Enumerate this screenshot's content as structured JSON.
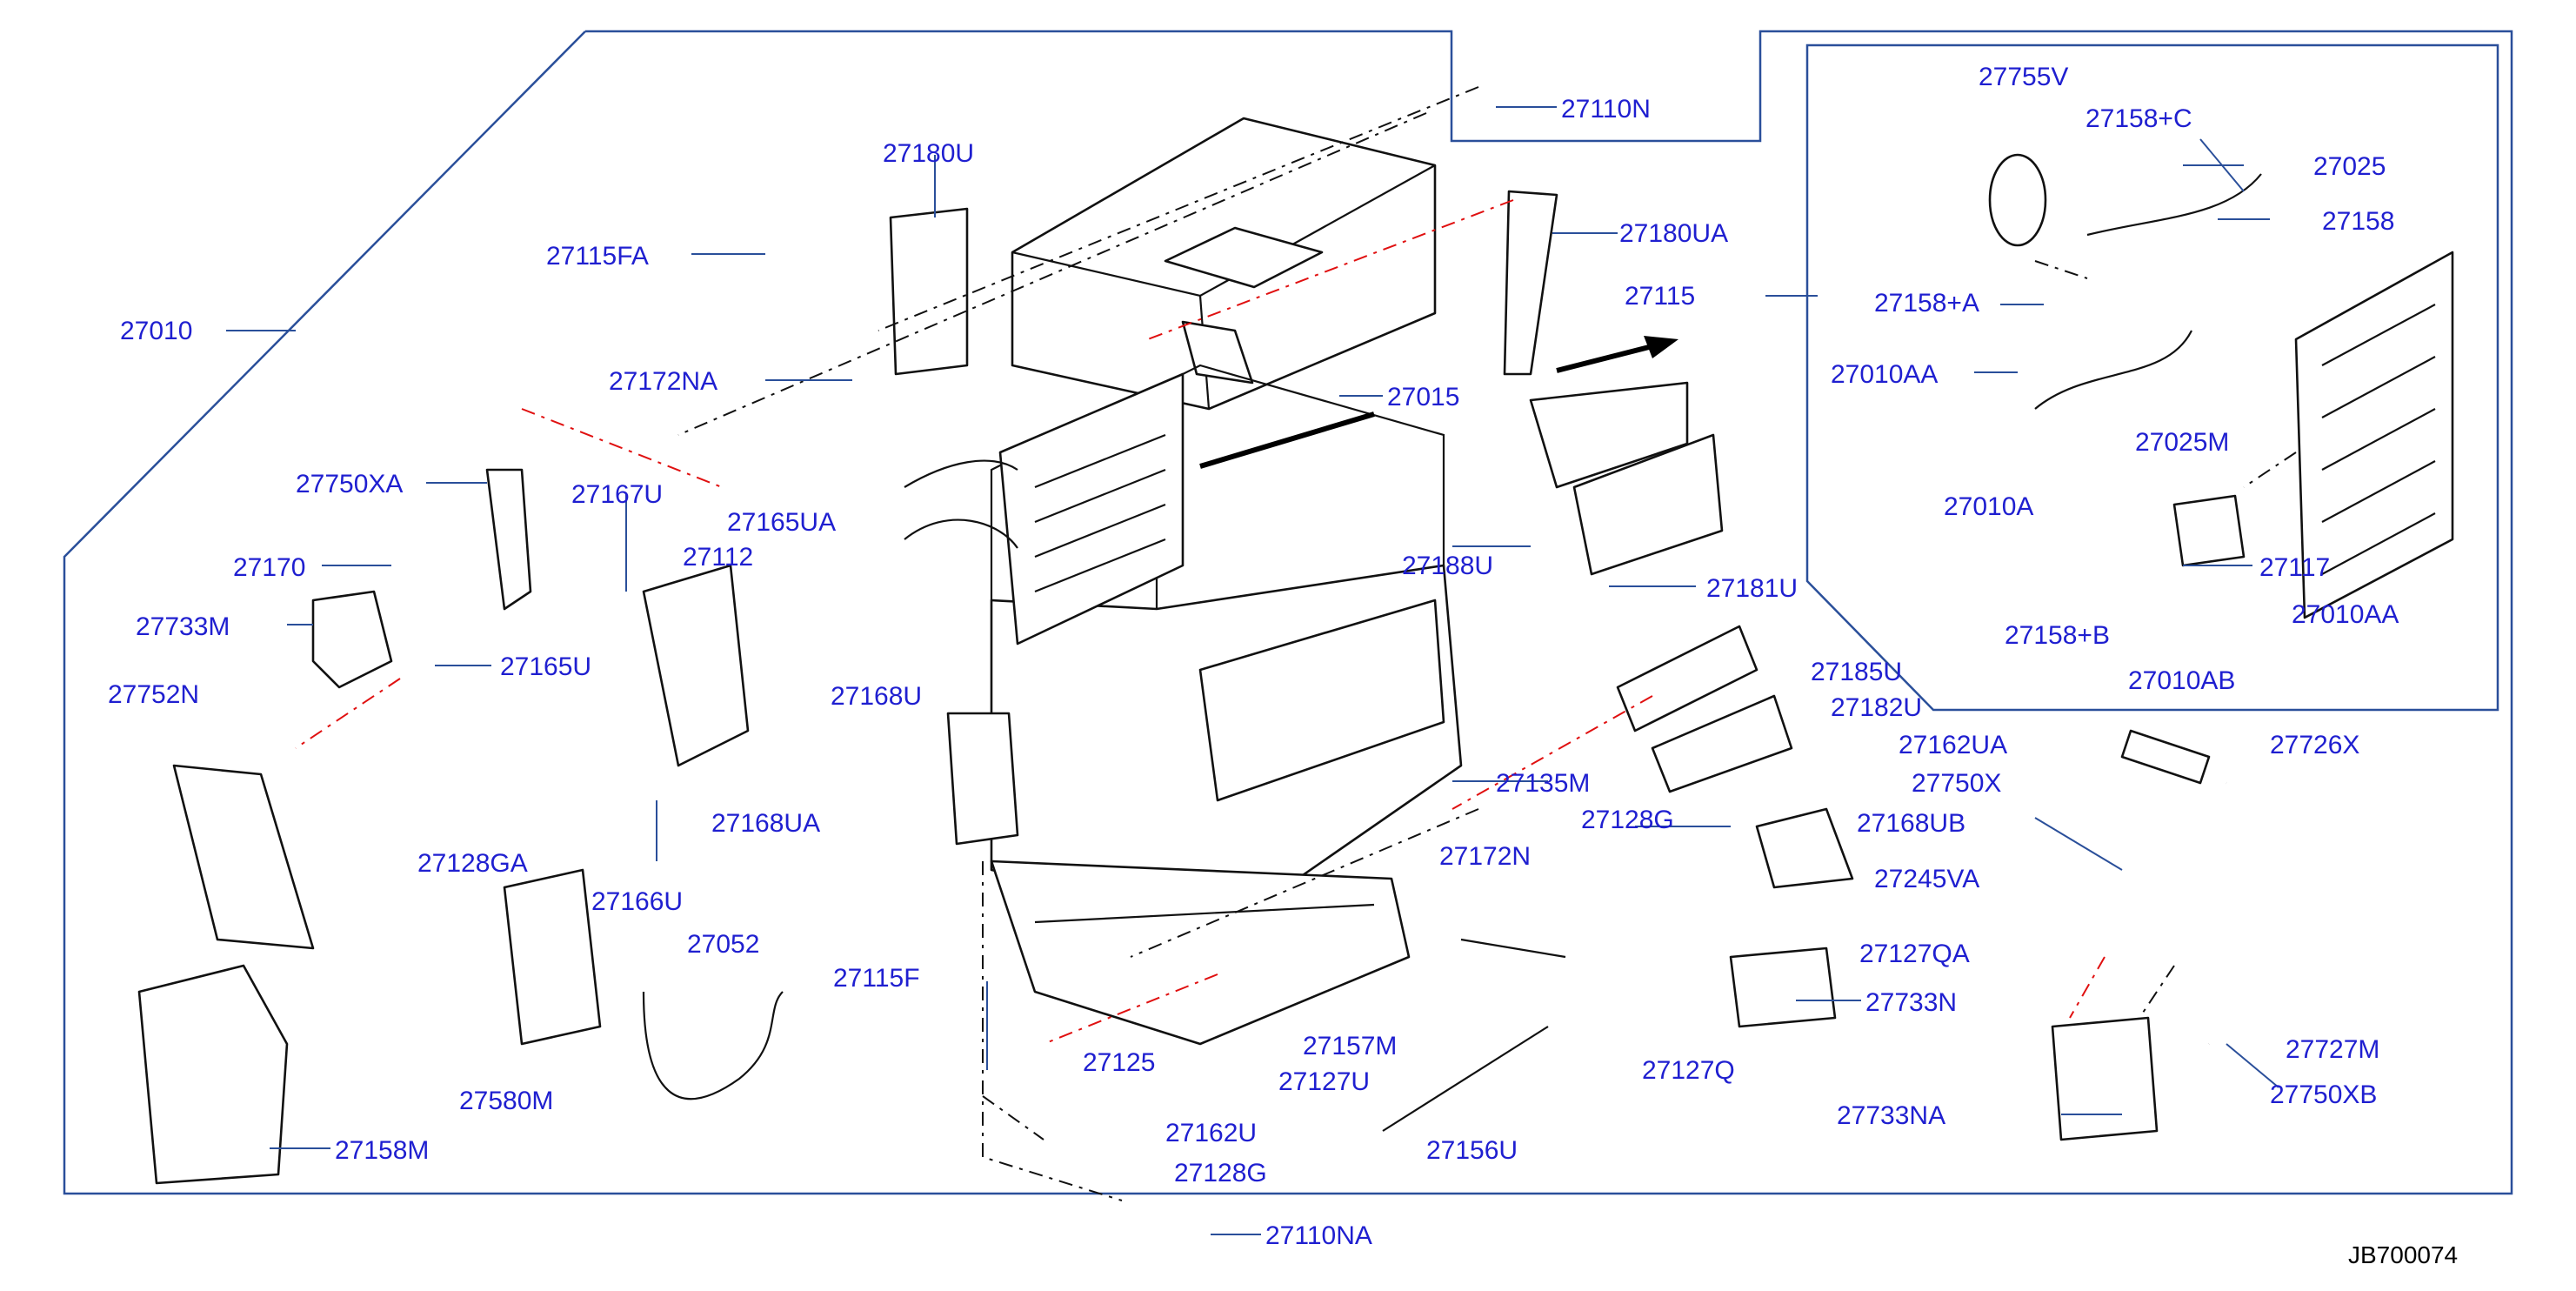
{
  "diagram_id": "JB700074",
  "labels": {
    "l27010": "27010",
    "l27110N": "27110N",
    "l27110NA": "27110NA",
    "l27180U": "27180U",
    "l27180UA": "27180UA",
    "l27115FA": "27115FA",
    "l27115": "27115",
    "l27015": "27015",
    "l27172NA": "27172NA",
    "l27750XA": "27750XA",
    "l27167U": "27167U",
    "l27165UA": "27165UA",
    "l27170": "27170",
    "l27112": "27112",
    "l27733M": "27733M",
    "l27165U": "27165U",
    "l27168U": "27168U",
    "l27752N": "27752N",
    "l27188U": "27188U",
    "l27181U": "27181U",
    "l27185U": "27185U",
    "l27182U": "27182U",
    "l27162UA": "27162UA",
    "l27135M": "27135M",
    "l27750X": "27750X",
    "l27168UA": "27168UA",
    "l27128G_top": "27128G",
    "l27168UB": "27168UB",
    "l27128GA": "27128GA",
    "l27172N": "27172N",
    "l27245VA": "27245VA",
    "l27166U": "27166U",
    "l27052": "27052",
    "l27127QA": "27127QA",
    "l27115F": "27115F",
    "l27733N": "27733N",
    "l27157M": "27157M",
    "l27125": "27125",
    "l27127U": "27127U",
    "l27127Q": "27127Q",
    "l27580M": "27580M",
    "l27162U": "27162U",
    "l27156U": "27156U",
    "l27733NA": "27733NA",
    "l27128G_bot": "27128G",
    "l27158M": "27158M",
    "l27726X": "27726X",
    "l27727M": "27727M",
    "l27750XB": "27750XB",
    "l27755V": "27755V",
    "l27158C": "27158+C",
    "l27025": "27025",
    "l27158": "27158",
    "l27158A": "27158+A",
    "l27010AA_top": "27010AA",
    "l27025M": "27025M",
    "l27010A": "27010A",
    "l27117": "27117",
    "l27158B": "27158+B",
    "l27010AA_bot": "27010AA",
    "l27010AB": "27010AB"
  }
}
